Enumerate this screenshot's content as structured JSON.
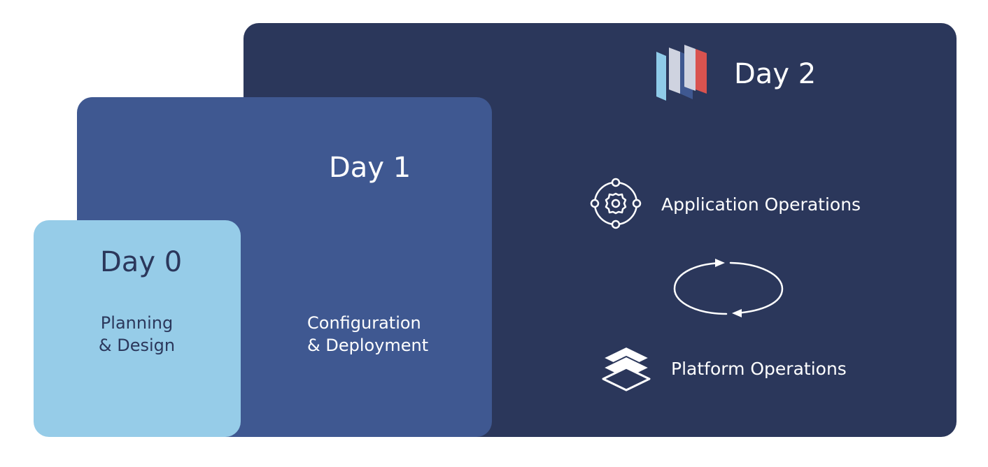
{
  "day0": {
    "title": "Day 0",
    "line1": "Planning",
    "line2": "& Design",
    "color": "#96cce8"
  },
  "day1": {
    "title": "Day 1",
    "line1": "Configuration",
    "line2": "& Deployment",
    "color": "#3f5891"
  },
  "day2": {
    "title": "Day 2",
    "color": "#2b375b",
    "logo_icon": "brand-logo-icon",
    "operations": [
      {
        "label": "Application Operations",
        "icon": "gear-orbit-icon"
      },
      {
        "label": "Platform Operations",
        "icon": "layers-icon"
      }
    ],
    "cycle_icon": "cycle-arrows-icon"
  }
}
